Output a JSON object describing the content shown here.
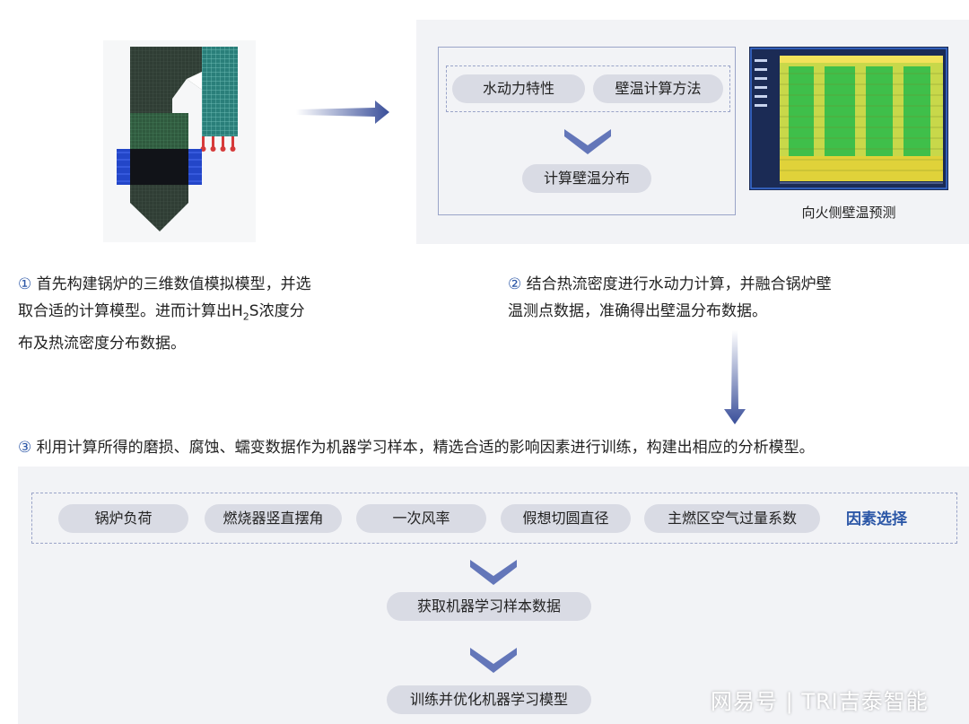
{
  "top_panel": {
    "method_pills": [
      "水动力特性",
      "壁温计算方法"
    ],
    "result_pill": "计算壁温分布",
    "heatmap_caption": "向火侧壁温预测"
  },
  "steps": {
    "step1_num": "①",
    "step1_line1": "首先构建锅炉的三维数值模拟模型，并选",
    "step1_line2a": "取合适的计算模型。进而计算出H",
    "step1_line2_sub": "2",
    "step1_line2b": "S浓度分",
    "step1_line3": "布及热流密度分布数据。",
    "step2_num": "②",
    "step2_line1": "结合热流密度进行水动力计算，并融合锅炉壁",
    "step2_line2": "温测点数据，准确得出壁温分布数据。",
    "step3_num": "③",
    "step3_text": "利用计算所得的磨损、腐蚀、蠕变数据作为机器学习样本，精选合适的影响因素进行训练，构建出相应的分析模型。"
  },
  "bottom_panel": {
    "factors": [
      "锅炉负荷",
      "燃烧器竖直摆角",
      "一次风率",
      "假想切圆直径",
      "主燃区空气过量系数"
    ],
    "factor_label": "因素选择",
    "stage1": "获取机器学习样本数据",
    "stage2": "训练并优化机器学习模型"
  },
  "watermark": "网易号 | TRI吉泰智能",
  "colors": {
    "accent": "#2c57a7",
    "pill_bg": "#d9dbe4",
    "panel_bg": "#f2f3f6",
    "arrow": "#3a4f9a"
  }
}
